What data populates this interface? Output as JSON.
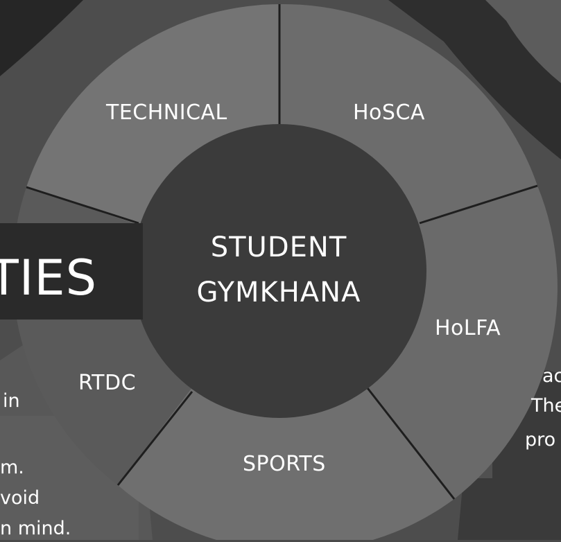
{
  "center": {
    "line1": "STUDENT",
    "line2": "GYMKHANA"
  },
  "segments": {
    "technical": "TECHNICAL",
    "hosca": "HoSCA",
    "holfa": "HoLFA",
    "sports": "SPORTS",
    "rtdc": "RTDC"
  },
  "title_fragment": "TIES",
  "left_text": {
    "line1": "in",
    "line2": "m.",
    "line3": "void",
    "line4": "n mind."
  },
  "right_text": {
    "line1": "ac",
    "line2": "The",
    "line3": "pro"
  },
  "colors": {
    "center_fill": "#3b3b3b",
    "technical_fill": "#747474",
    "hosca_fill": "#6c6c6c",
    "holfa_fill": "#6a6a6a",
    "sports_fill": "#6f6f6f",
    "rtdc_fill": "#5a5a5a",
    "title_band": "#2a2a2a",
    "text": "#ffffff"
  }
}
